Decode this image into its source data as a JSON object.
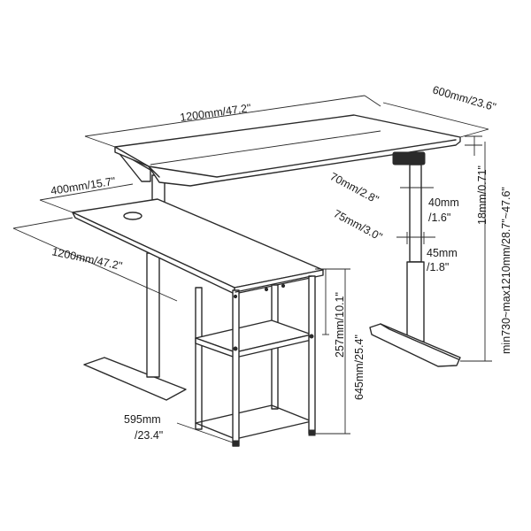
{
  "labels": {
    "top_width": "1200mm/47.2\"",
    "top_depth": "600mm/23.6\"",
    "return_depth": "400mm/15.7\"",
    "return_length": "1200mm/47.2\"",
    "top_thickness": "18mm/0.71\"",
    "upper_column": "70mm/2.8\"",
    "upper_column_depth_a": "40mm",
    "upper_column_depth_b": "/1.6\"",
    "lower_column": "75mm/3.0\"",
    "lower_column_depth_a": "45mm",
    "lower_column_depth_b": "/1.8\"",
    "height_range": "min730~max1210mm/28.7\"~47.6\"",
    "shelf_gap": "257mm/10.1\"",
    "shelf_height": "645mm/25.4\"",
    "shelf_width_a": "595mm",
    "shelf_width_b": "/23.4\""
  }
}
